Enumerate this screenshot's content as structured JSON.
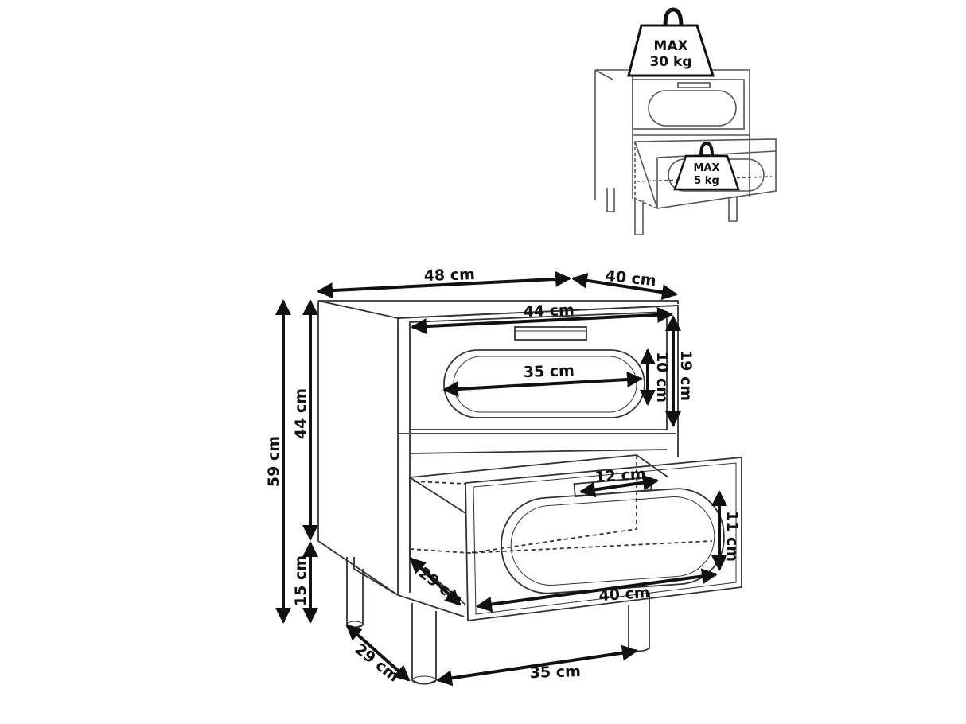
{
  "colors": {
    "ink": "#111111",
    "light_ink": "#444444",
    "paper": "#ffffff",
    "weight_fill": "#ffffff"
  },
  "icons": {
    "weight": "weight-icon",
    "arrow": "double-headed-arrow"
  },
  "weights": {
    "top": {
      "max_label": "MAX",
      "value_label": "30 kg"
    },
    "drawer": {
      "max_label": "MAX",
      "value_label": "5 kg"
    }
  },
  "dimensions": {
    "total_width": "48 cm",
    "total_depth": "40 cm",
    "drawer_front_width": "44 cm",
    "cutout_width": "35 cm",
    "cutout_height": "10 cm",
    "drawer_height": "19 cm",
    "body_height": "44 cm",
    "total_height": "59 cm",
    "handle_width": "12 cm",
    "inner_drawer_height": "11 cm",
    "inner_drawer_depth": "29 cm",
    "inner_drawer_width": "40 cm",
    "leg_height": "15 cm",
    "leg_depth_spacing": "29 cm",
    "leg_width_spacing": "35 cm"
  }
}
